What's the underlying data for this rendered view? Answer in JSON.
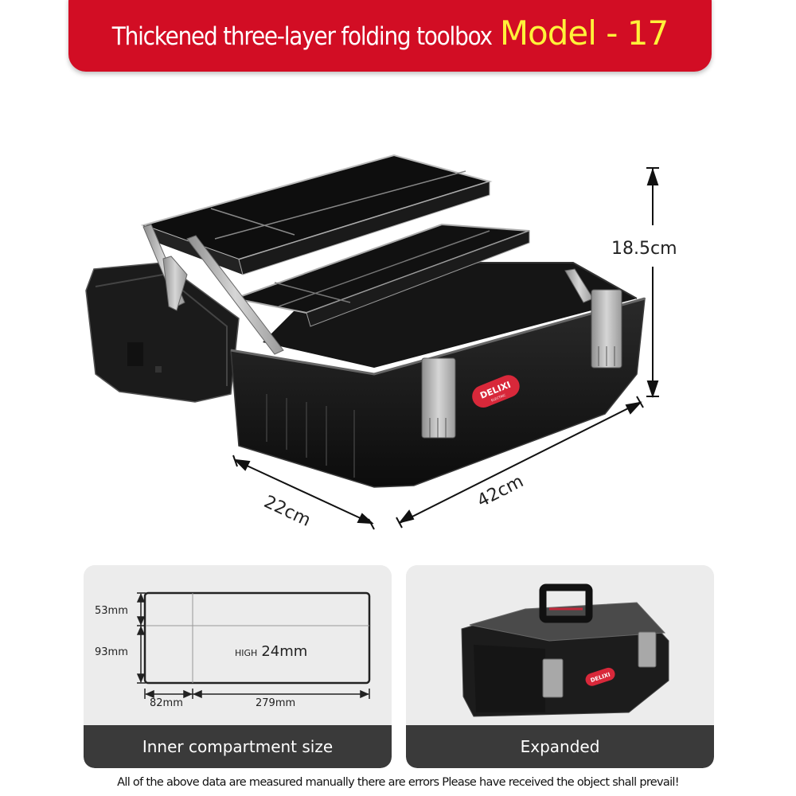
{
  "banner": {
    "title": "Thickened three-layer folding toolbox",
    "model": "Model - 17",
    "background_color": "#d20d24",
    "model_color": "#fff23a"
  },
  "main_image": {
    "subject": "three-layer folding toolbox, open with cantilever trays extended",
    "brand_badge": "DELIXI",
    "brand_sub": "ELECTRIC",
    "dimensions": {
      "height": "18.5cm",
      "depth": "22cm",
      "length": "42cm"
    }
  },
  "panels": [
    {
      "caption": "Inner compartment size",
      "diagram": {
        "top_row_height": "53mm",
        "bottom_row_height": "93mm",
        "left_col_width": "82mm",
        "right_col_width": "279mm",
        "high_label": "HIGH",
        "high_value": "24mm"
      }
    },
    {
      "caption": "Expanded",
      "image_subject": "closed toolbox with handle and metal latches",
      "brand_badge": "DELIXI"
    }
  ],
  "footer": {
    "disclaimer": "All of the above data are measured manually there are errors Please have received the object shall prevail!"
  }
}
